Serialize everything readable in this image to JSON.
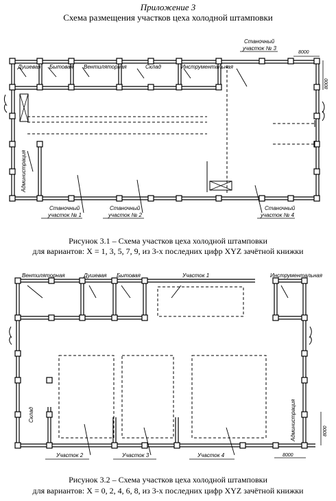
{
  "header": {
    "appendix": "Приложение 3",
    "title": "Схема размещения участков цеха холодной штамповки"
  },
  "figure1": {
    "labels": {
      "shower": "Душевая",
      "household": "Бытовая",
      "ventilation": "Вентиляторная",
      "warehouse": "Склад",
      "tool_room": "Инструментальная",
      "machine3_l1": "Станочный",
      "machine3_l2": "участок № 3",
      "admin": "Администрация",
      "machine1_l1": "Станочный",
      "machine1_l2": "участок № 1",
      "machine2_l1": "Станочный",
      "machine2_l2": "участок № 2",
      "machine4_l1": "Станочный",
      "machine4_l2": "участок № 4",
      "dim_h": "8000",
      "dim_v": "8000"
    },
    "caption_line1": "Рисунок 3.1 – Схема участков цеха холодной штамповки",
    "caption_line2": "для вариантов: X = 1, 3, 5, 7, 9, из 3-х последних цифр XYZ зачётной книжки"
  },
  "figure2": {
    "labels": {
      "ventilation": "Вентиляторная",
      "shower": "Душевая",
      "household": "Бытовая",
      "area1": "Участок 1",
      "tool_room": "Инструментальная",
      "warehouse": "Склад",
      "admin": "Администрация",
      "dim_v": "8000",
      "dim_h": "8000",
      "area2": "Участок 2",
      "area3": "Участок 3",
      "area4": "Участок 4"
    },
    "caption_line1": "Рисунок 3.2 – Схема участков цеха холодной штамповки",
    "caption_line2": "для вариантов: X = 0, 2, 4, 6, 8, из 3-х последних цифр XYZ зачётной книжки"
  }
}
